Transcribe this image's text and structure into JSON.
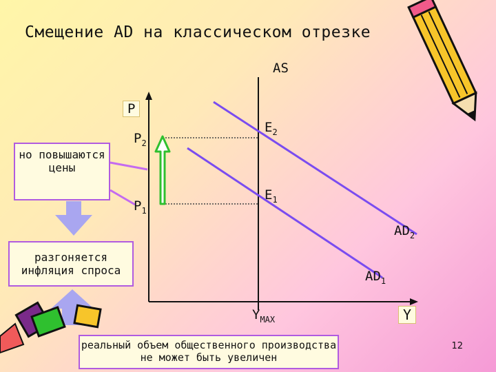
{
  "title": "Смещение AD на классическом отрезке",
  "labels": {
    "as": "AS",
    "p_axis": "P",
    "p2": "P",
    "p2_sub": "2",
    "p1": "P",
    "p1_sub": "1",
    "e2": "E",
    "e2_sub": "2",
    "e1": "E",
    "e1_sub": "1",
    "ad2": "AD",
    "ad2_sub": "2",
    "ad1": "AD",
    "ad1_sub": "1",
    "ymax": "Y",
    "ymax_sub": "MAX",
    "y_axis": "Y"
  },
  "boxes": {
    "prices": "но повышаются цены",
    "inflation": "разгоняется инфляция спроса",
    "output": "реальный объем общественного производства не может быть увеличен"
  },
  "page_number": "12",
  "colors": {
    "lines": "#7a4cf0",
    "arrow": "#2fc02f",
    "callout": "#c46bf0",
    "block_arrow": "#a9a6f0"
  }
}
